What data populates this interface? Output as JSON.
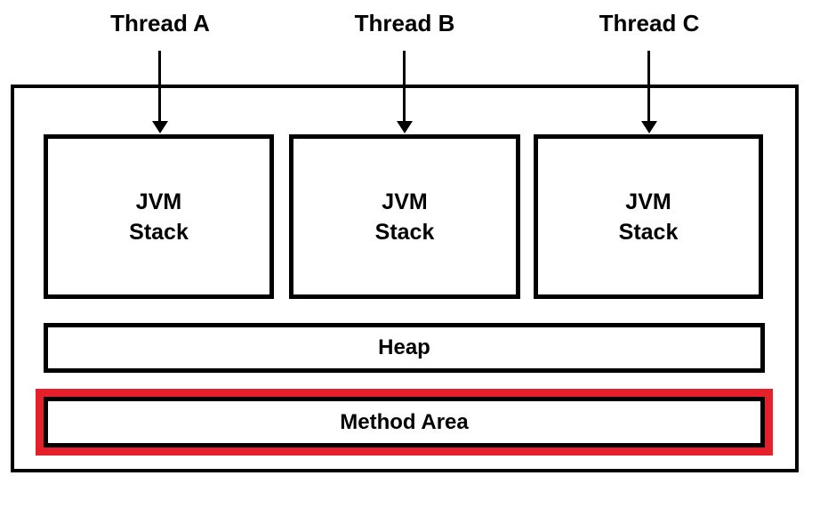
{
  "diagram": {
    "title_implicit": "JVM runtime memory areas",
    "threads": [
      {
        "label": "Thread A"
      },
      {
        "label": "Thread B"
      },
      {
        "label": "Thread C"
      }
    ],
    "stacks": [
      {
        "lines": [
          "JVM",
          "Stack"
        ]
      },
      {
        "lines": [
          "JVM",
          "Stack"
        ]
      },
      {
        "lines": [
          "JVM",
          "Stack"
        ]
      }
    ],
    "heap": {
      "label": "Heap"
    },
    "method_area": {
      "label": "Method Area"
    },
    "colors": {
      "border": "#000000",
      "background": "#ffffff",
      "highlight": "#e5202b"
    }
  }
}
